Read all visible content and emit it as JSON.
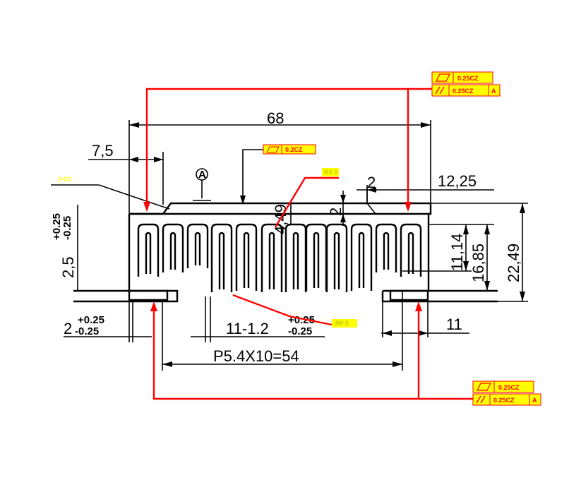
{
  "dimensions": {
    "width_total": "68",
    "left_step": "7,5",
    "right_step": "12,25",
    "top_gap": "2",
    "top_offset": "2",
    "fin_depth": "4,49",
    "height_1": "11,14",
    "height_2": "16,85",
    "height_total": "22,49",
    "side_2_5": "2,5",
    "side_2_5_tol_plus": "+0.25",
    "side_2_5_tol_minus": "-0.25",
    "left_2": "2",
    "left_2_tol_plus": "+0.25",
    "left_2_tol_minus": "-0.25",
    "fin_thickness": "11-1.2",
    "fin_thickness_tol_plus": "+0.25",
    "fin_thickness_tol_minus": "-0.25",
    "right_11": "11",
    "pitch": "P5.4X10=54"
  },
  "annotations": {
    "chamfer": "2-C2",
    "datum": "A",
    "flatness_top": "0.2CZ",
    "note_top": "R0.5",
    "note_bottom": "R0.5",
    "tr_flatness": "0.25CZ",
    "tr_parallel": "0.25CZ",
    "tr_datum": "A",
    "br_flatness": "0.25CZ",
    "br_parallel": "0.25CZ",
    "br_datum": "A"
  },
  "colors": {
    "outline": "#000000",
    "leader": "#ff0000",
    "tag_fill": "#ffff00"
  }
}
